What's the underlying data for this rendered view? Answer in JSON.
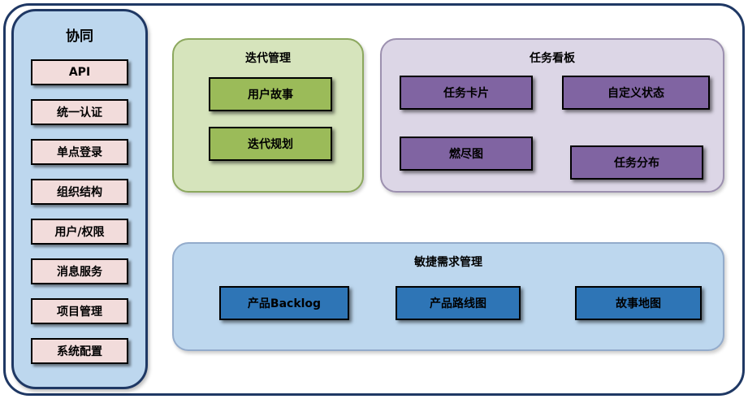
{
  "sidebar": {
    "title": "协同",
    "items": [
      "API",
      "统一认证",
      "单点登录",
      "组织结构",
      "用户/权限",
      "消息服务",
      "项目管理",
      "系统配置"
    ]
  },
  "groups": {
    "iteration": {
      "title": "迭代管理",
      "items": [
        "用户故事",
        "迭代规划"
      ]
    },
    "taskboard": {
      "title": "任务看板",
      "items": [
        "任务卡片",
        "自定义状态",
        "燃尽图",
        "任务分布"
      ]
    },
    "requirements": {
      "title": "敏捷需求管理",
      "items": [
        "产品Backlog",
        "产品路线图",
        "故事地图"
      ]
    }
  },
  "colors": {
    "outer_border": "#1F3864",
    "sidebar_fill": "#BDD7EE",
    "sidebar_item_fill": "#F2DCDB",
    "iteration_fill": "#D6E4BC",
    "iteration_box_fill": "#9BBB59",
    "taskboard_fill": "#DCD6E6",
    "taskboard_box_fill": "#8064A2",
    "requirements_fill": "#BDD7EE",
    "requirements_box_fill": "#2E75B6",
    "box_text": "#000000"
  }
}
